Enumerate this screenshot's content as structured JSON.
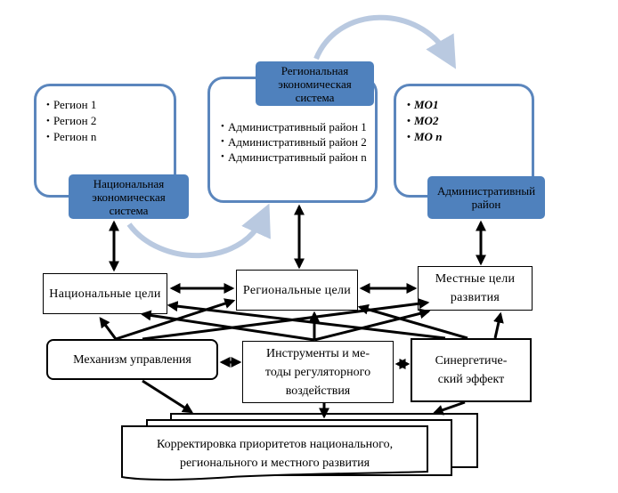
{
  "diagram": {
    "systems": {
      "national": {
        "title": "Национальная экономическая система",
        "items": [
          "Регион 1",
          "Регион 2",
          "Регион  n"
        ]
      },
      "regional": {
        "title": "Региональная экономическая система",
        "items": [
          "Административный район  1",
          "Административный район  2",
          "Административный район  n"
        ]
      },
      "local": {
        "title": "Административный район",
        "items": [
          "МО1",
          "МО2",
          "МО n"
        ]
      }
    },
    "goals": {
      "national": "Национальные цели",
      "regional": "Региональные цели",
      "local": "Местные цели развития"
    },
    "tools": {
      "mechanism": "Механизм управления",
      "instruments": "Инструменты и методы регуляторного воздействия",
      "synergy": "Синергетический эффект"
    },
    "instruments_lines": [
      "Инструменты и ме-",
      "тоды регуляторного",
      "воздействия"
    ],
    "synergy_lines": [
      "Синергетиче-",
      "ский эффект"
    ],
    "outcome_lines": [
      "Корректировка приоритетов национального,",
      "регионального и местного развития"
    ],
    "colors": {
      "system_border": "#5b86bd",
      "system_label_fill": "#4f81bd",
      "flow_arrow": "#b9c9e0",
      "connector": "#000000"
    }
  }
}
